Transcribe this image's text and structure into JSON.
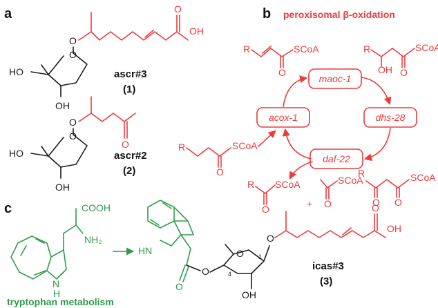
{
  "panels": {
    "a": "a",
    "b": "b",
    "c": "c"
  },
  "compounds": {
    "ascr3_name": "ascr#3",
    "ascr3_num": "(1)",
    "ascr2_name": "ascr#2",
    "ascr2_num": "(2)",
    "icas3_name": "icas#3",
    "icas3_num": "(3)"
  },
  "pathway_title": "peroxisomal β-oxidation",
  "enzymes": [
    "maoc-1",
    "dhs-28",
    "daf-22",
    "acox-1"
  ],
  "metabolism_label": "tryptophan metabolism",
  "atom_labels": {
    "O": "O",
    "OH": "OH",
    "HO": "HO",
    "H": "H",
    "HN": "HN",
    "N": "N",
    "R": "R",
    "SCoA": "SCoA",
    "COOH": "COOH",
    "NH2": "NH₂",
    "plus": "+",
    "pos1": "1",
    "pos4": "4"
  },
  "colors": {
    "black": "#1a1a1a",
    "red": "#ee3a3a",
    "green": "#2e9c4b"
  }
}
